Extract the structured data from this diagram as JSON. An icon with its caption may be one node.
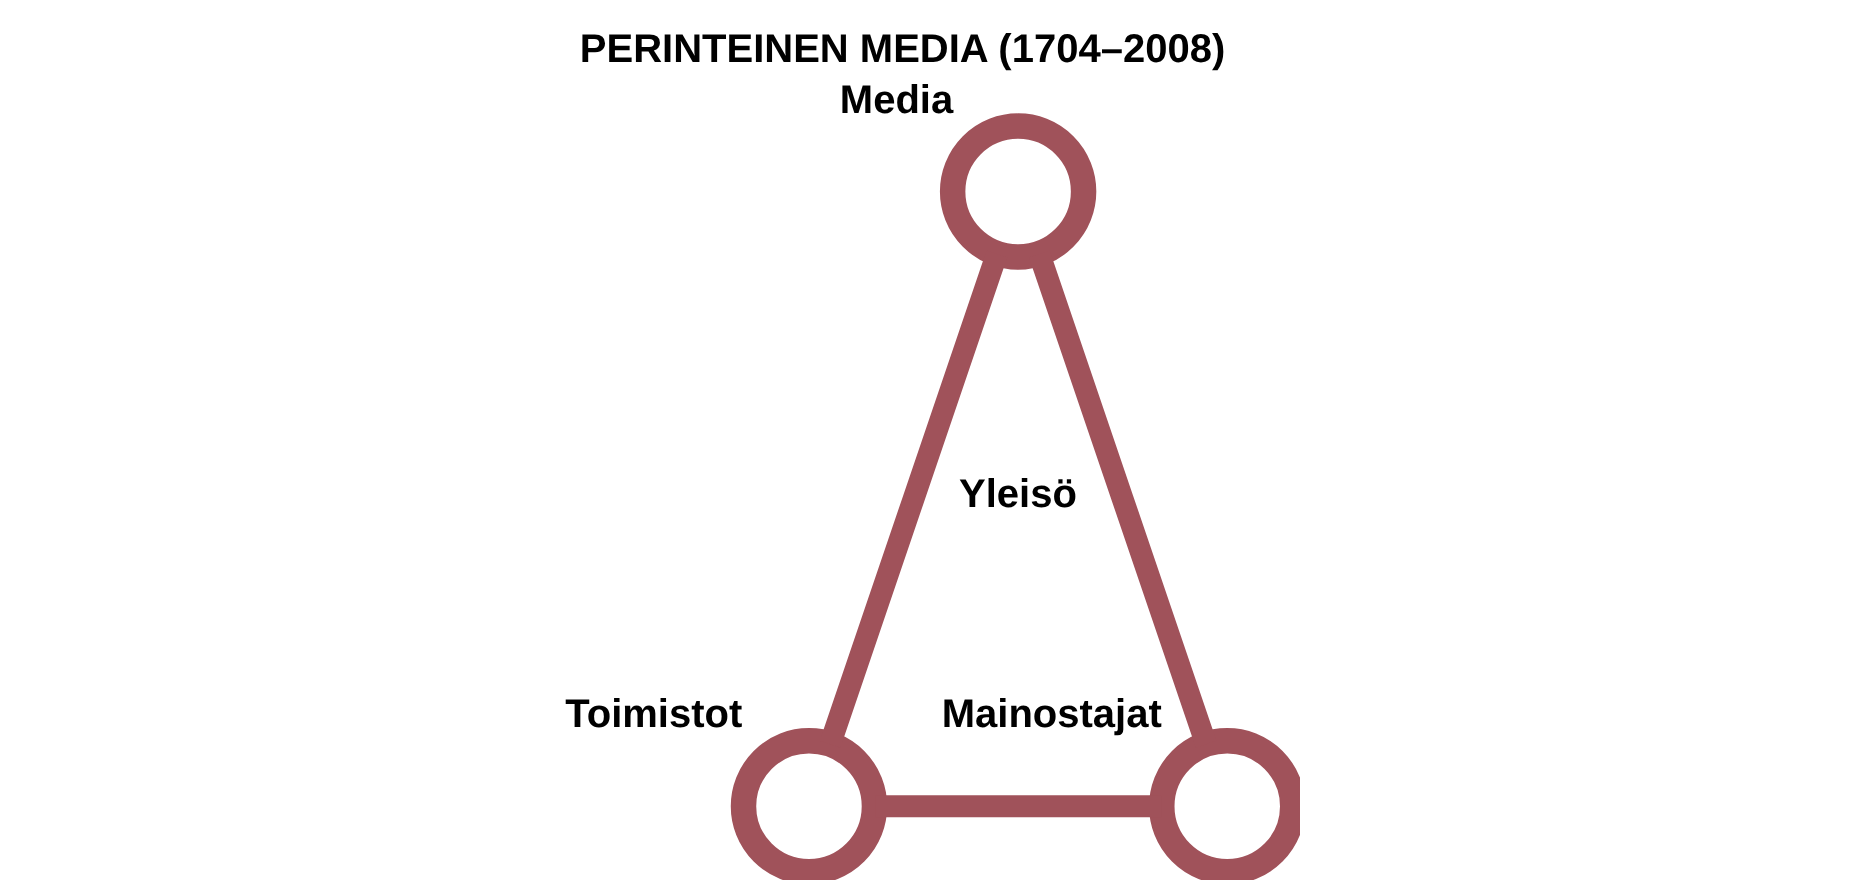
{
  "diagram": {
    "title": "PERINTEINEN MEDIA (1704–2008)",
    "nodes": [
      {
        "text": [],
        "shape": "circle",
        "beside": [
          "Media"
        ]
      },
      {
        "text": [],
        "shape": "circle",
        "beside": [
          "Toimistot"
        ]
      },
      {
        "text": [],
        "shape": "circle",
        "beside": [
          "Mainostajat"
        ]
      }
    ],
    "edges": [
      {
        "from": 0,
        "to": 1,
        "arrow": "none"
      },
      {
        "from": 1,
        "to": 2,
        "arrow": "none"
      },
      {
        "from": 2,
        "to": 0,
        "arrow": "none"
      }
    ],
    "labels": [
      "Yleisö"
    ]
  }
}
